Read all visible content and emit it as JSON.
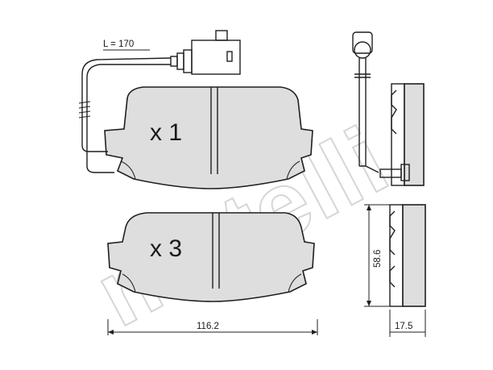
{
  "watermark": {
    "brand": "metelli"
  },
  "labels": {
    "wire_length": "L = 170",
    "quantity_top": "x 1",
    "quantity_bottom": "x 3",
    "width": "116.2",
    "height": "58.6",
    "thickness": "17.5"
  },
  "colors": {
    "pad_fill": "#dedede",
    "outline": "#1f1f1f",
    "watermark": "#d6d6d6",
    "background": "#ffffff"
  }
}
